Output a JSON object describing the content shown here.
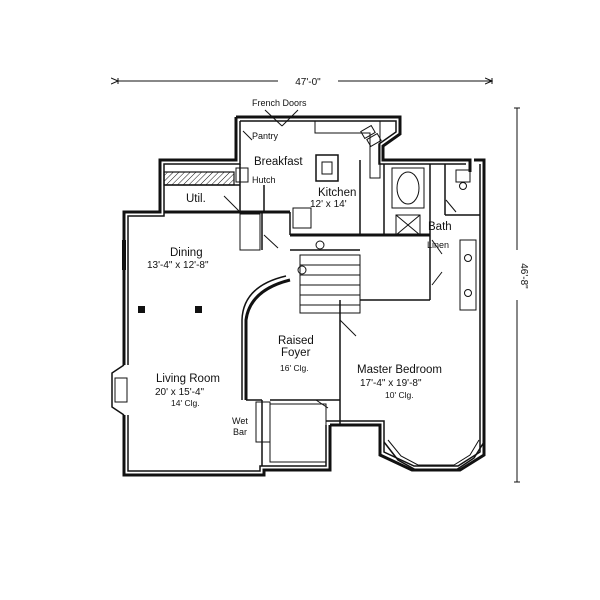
{
  "overall": {
    "width_label": "47'-0\"",
    "depth_label": "46'-8\""
  },
  "rooms": {
    "french_doors": "French Doors",
    "pantry": "Pantry",
    "breakfast": "Breakfast",
    "hutch": "Hutch",
    "kitchen": {
      "name": "Kitchen",
      "dims": "12' x 14'"
    },
    "util": "Util.",
    "bath": "Bath",
    "linen": "Linen",
    "dining": {
      "name": "Dining",
      "dims": "13'-4\" x 12'-8\""
    },
    "raised_foyer": {
      "name_line1": "Raised",
      "name_line2": "Foyer",
      "ceiling": "16' Clg."
    },
    "living_room": {
      "name": "Living Room",
      "dims": "20' x 15'-4\"",
      "ceiling": "14' Clg."
    },
    "wet_bar": {
      "line1": "Wet",
      "line2": "Bar"
    },
    "master_bedroom": {
      "name": "Master Bedroom",
      "dims": "17'-4\" x 19'-8\"",
      "ceiling": "10' Clg."
    }
  }
}
